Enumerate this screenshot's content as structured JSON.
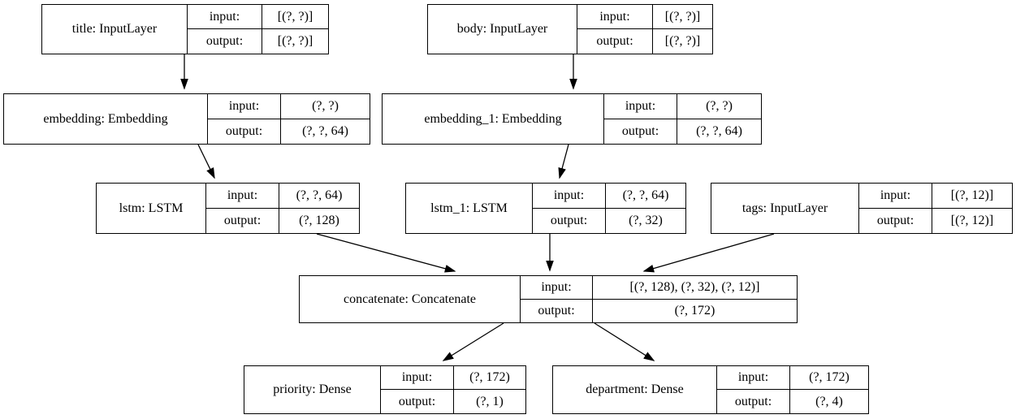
{
  "diagram": {
    "kind": "keras-model-architecture-graph",
    "colors": {
      "border": "#000000",
      "background": "#ffffff",
      "text": "#000000",
      "arrow": "#000000"
    },
    "nodes": [
      {
        "id": "title",
        "label": "title: InputLayer",
        "input_key": "input:",
        "output_key": "output:",
        "input_value": "[(?, ?)]",
        "output_value": "[(?, ?)]"
      },
      {
        "id": "body",
        "label": "body: InputLayer",
        "input_key": "input:",
        "output_key": "output:",
        "input_value": "[(?, ?)]",
        "output_value": "[(?, ?)]"
      },
      {
        "id": "embedding",
        "label": "embedding: Embedding",
        "input_key": "input:",
        "output_key": "output:",
        "input_value": "(?, ?)",
        "output_value": "(?, ?, 64)"
      },
      {
        "id": "embedding_1",
        "label": "embedding_1: Embedding",
        "input_key": "input:",
        "output_key": "output:",
        "input_value": "(?, ?)",
        "output_value": "(?, ?, 64)"
      },
      {
        "id": "lstm",
        "label": "lstm: LSTM",
        "input_key": "input:",
        "output_key": "output:",
        "input_value": "(?, ?, 64)",
        "output_value": "(?, 128)"
      },
      {
        "id": "lstm_1",
        "label": "lstm_1: LSTM",
        "input_key": "input:",
        "output_key": "output:",
        "input_value": "(?, ?, 64)",
        "output_value": "(?, 32)"
      },
      {
        "id": "tags",
        "label": "tags: InputLayer",
        "input_key": "input:",
        "output_key": "output:",
        "input_value": "[(?, 12)]",
        "output_value": "[(?, 12)]"
      },
      {
        "id": "concatenate",
        "label": "concatenate: Concatenate",
        "input_key": "input:",
        "output_key": "output:",
        "input_value": "[(?, 128), (?, 32), (?, 12)]",
        "output_value": "(?, 172)"
      },
      {
        "id": "priority",
        "label": "priority: Dense",
        "input_key": "input:",
        "output_key": "output:",
        "input_value": "(?, 172)",
        "output_value": "(?, 1)"
      },
      {
        "id": "department",
        "label": "department: Dense",
        "input_key": "input:",
        "output_key": "output:",
        "input_value": "(?, 172)",
        "output_value": "(?, 4)"
      }
    ],
    "edges": [
      {
        "from": "title",
        "to": "embedding"
      },
      {
        "from": "body",
        "to": "embedding_1"
      },
      {
        "from": "embedding",
        "to": "lstm"
      },
      {
        "from": "embedding_1",
        "to": "lstm_1"
      },
      {
        "from": "lstm",
        "to": "concatenate"
      },
      {
        "from": "lstm_1",
        "to": "concatenate"
      },
      {
        "from": "tags",
        "to": "concatenate"
      },
      {
        "from": "concatenate",
        "to": "priority"
      },
      {
        "from": "concatenate",
        "to": "department"
      }
    ]
  }
}
